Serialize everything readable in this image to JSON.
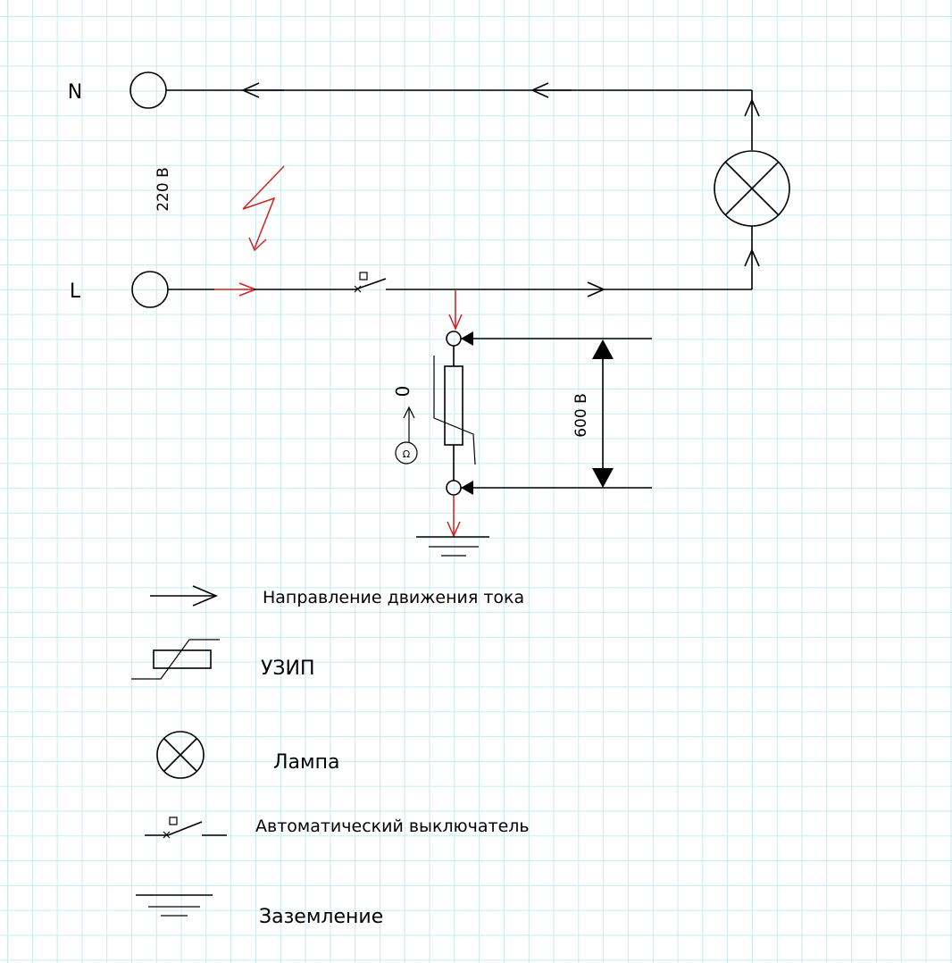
{
  "terminals": {
    "neutral_label": "N",
    "line_label": "L"
  },
  "voltages": {
    "supply": "220 В",
    "surge": "600 В"
  },
  "omega_symbol": "Ω",
  "zero_label": "0",
  "legend": {
    "current_direction": "Направление движения тока",
    "spd": "УЗИП",
    "lamp": "Лампа",
    "breaker": "Автоматический выключатель",
    "ground": "Заземление"
  },
  "colors": {
    "wire": "#000000",
    "surge_current": "#d42020",
    "grid": "#c4ecf4"
  },
  "icons": [
    "terminal-circle",
    "lightning-bolt-icon",
    "lamp-icon",
    "breaker-icon",
    "spd-icon",
    "ground-icon",
    "ohmmeter-icon",
    "arrow-icon"
  ]
}
